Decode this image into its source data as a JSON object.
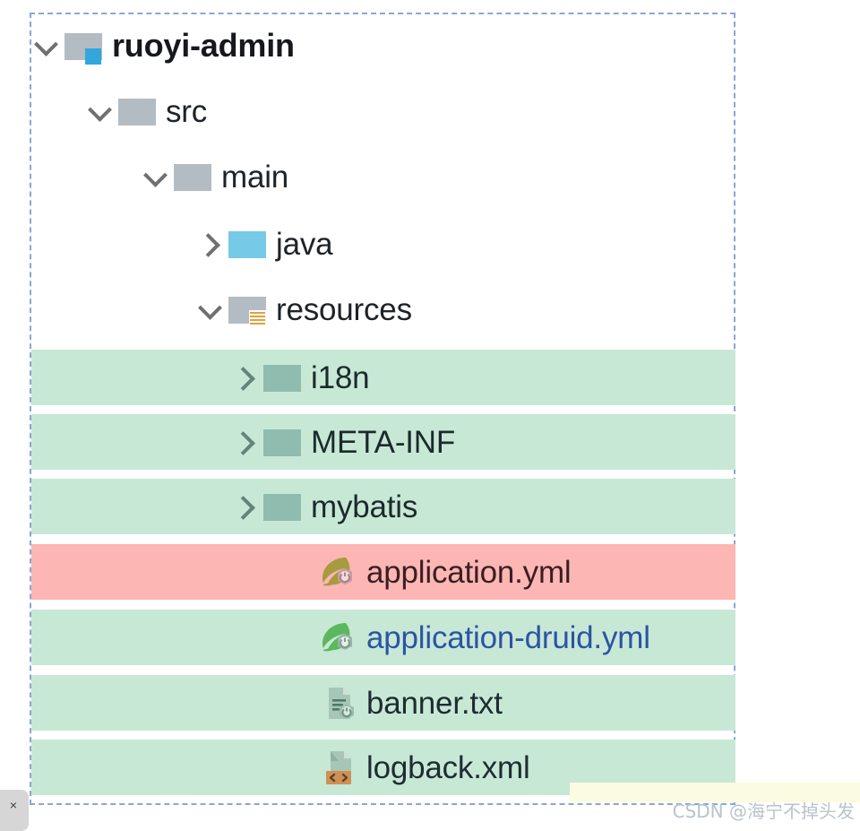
{
  "frame": {
    "border_color": "#8aa6d6",
    "style": "dashed-selection-frame"
  },
  "colors": {
    "highlight_green": "#c8e8d6",
    "highlight_red": "#fcb6b4",
    "module_badge_blue": "#31a7dd",
    "folder_gray": "#b3bcc2",
    "folder_java_blue": "#77c9e8",
    "folder_teal": "#8fbcaf",
    "xml_badge_orange": "#cf9055",
    "resources_badge_orange": "#e0a33c",
    "yml_text_blue": "#2b54a4",
    "watermark_gray": "#b9c3cc"
  },
  "tree": {
    "items": [
      {
        "label": "ruoyi-admin",
        "type": "module",
        "icon": "folder-module-icon",
        "chevron": "chevron-down-icon",
        "expanded": true,
        "depth": 0,
        "highlight": "none"
      },
      {
        "label": "src",
        "type": "folder",
        "icon": "folder-icon",
        "chevron": "chevron-down-icon",
        "expanded": true,
        "depth": 1,
        "highlight": "none"
      },
      {
        "label": "main",
        "type": "folder",
        "icon": "folder-icon",
        "chevron": "chevron-down-icon",
        "expanded": true,
        "depth": 2,
        "highlight": "none"
      },
      {
        "label": "java",
        "type": "source-folder",
        "icon": "folder-source-icon",
        "chevron": "chevron-right-icon",
        "expanded": false,
        "depth": 3,
        "highlight": "none"
      },
      {
        "label": "resources",
        "type": "resources-folder",
        "icon": "folder-resources-icon",
        "chevron": "chevron-down-icon",
        "expanded": true,
        "depth": 3,
        "highlight": "none"
      },
      {
        "label": "i18n",
        "type": "folder",
        "icon": "folder-icon",
        "chevron": "chevron-right-icon",
        "expanded": false,
        "depth": 4,
        "highlight": "green"
      },
      {
        "label": "META-INF",
        "type": "folder",
        "icon": "folder-icon",
        "chevron": "chevron-right-icon",
        "expanded": false,
        "depth": 4,
        "highlight": "green"
      },
      {
        "label": "mybatis",
        "type": "folder",
        "icon": "folder-icon",
        "chevron": "chevron-right-icon",
        "expanded": false,
        "depth": 4,
        "highlight": "green"
      },
      {
        "label": "application.yml",
        "type": "file-yaml",
        "icon": "spring-yaml-file-icon",
        "chevron": "none",
        "expanded": false,
        "depth": 5,
        "highlight": "red"
      },
      {
        "label": "application-druid.yml",
        "type": "file-yaml",
        "icon": "spring-yaml-file-icon",
        "chevron": "none",
        "expanded": false,
        "depth": 5,
        "highlight": "green"
      },
      {
        "label": "banner.txt",
        "type": "file-text",
        "icon": "text-config-file-icon",
        "chevron": "none",
        "expanded": false,
        "depth": 5,
        "highlight": "green"
      },
      {
        "label": "logback.xml",
        "type": "file-xml",
        "icon": "xml-file-icon",
        "chevron": "none",
        "expanded": false,
        "depth": 5,
        "highlight": "green"
      }
    ]
  },
  "watermark": {
    "text": "CSDN @海宁不掉头发"
  },
  "corner": {
    "close_glyph": "×"
  }
}
